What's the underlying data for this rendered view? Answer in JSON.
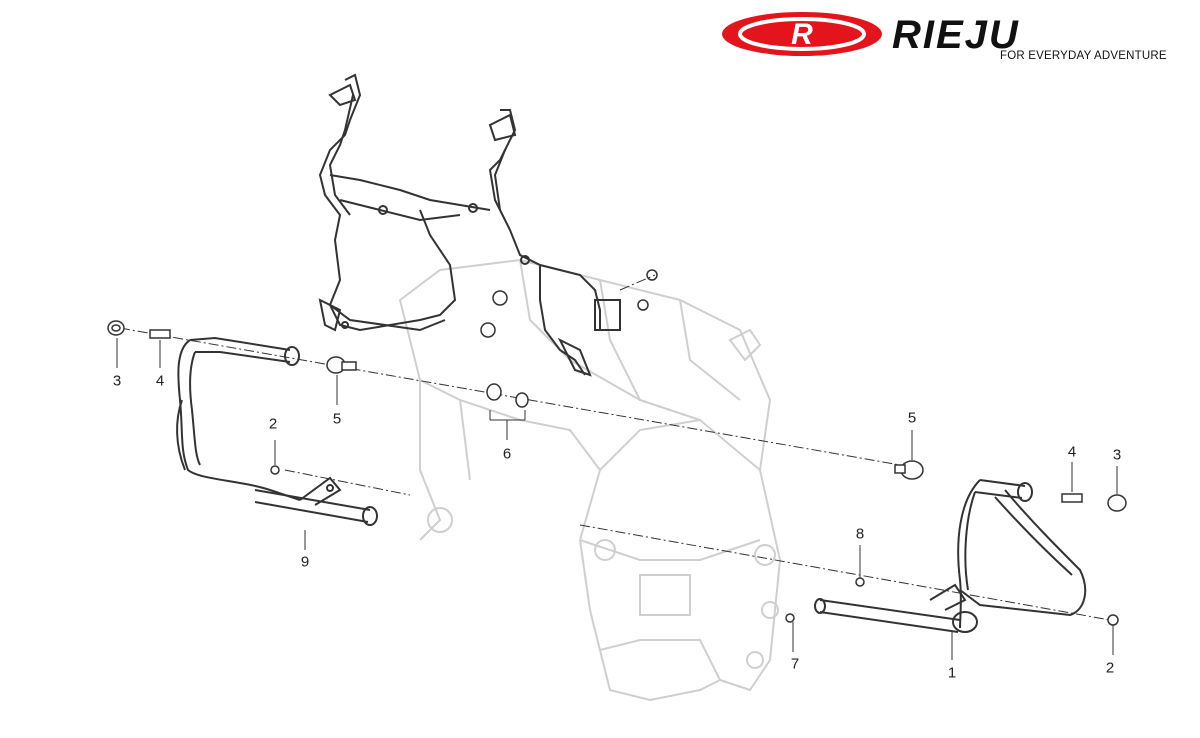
{
  "brand": {
    "name": "RIEJU",
    "logo_mark": "R",
    "tagline": "FOR EVERYDAY ADVENTURE",
    "brand_color": "#e3141b"
  },
  "diagram": {
    "callouts": [
      {
        "id": "c3-left",
        "label": "3"
      },
      {
        "id": "c4-left",
        "label": "4"
      },
      {
        "id": "c5-left",
        "label": "5"
      },
      {
        "id": "c6",
        "label": "6"
      },
      {
        "id": "c2-left",
        "label": "2"
      },
      {
        "id": "c9",
        "label": "9"
      },
      {
        "id": "c5-right",
        "label": "5"
      },
      {
        "id": "c4-right",
        "label": "4"
      },
      {
        "id": "c3-right",
        "label": "3"
      },
      {
        "id": "c8",
        "label": "8"
      },
      {
        "id": "c7",
        "label": "7"
      },
      {
        "id": "c1",
        "label": "1"
      },
      {
        "id": "c2-right",
        "label": "2"
      }
    ]
  }
}
